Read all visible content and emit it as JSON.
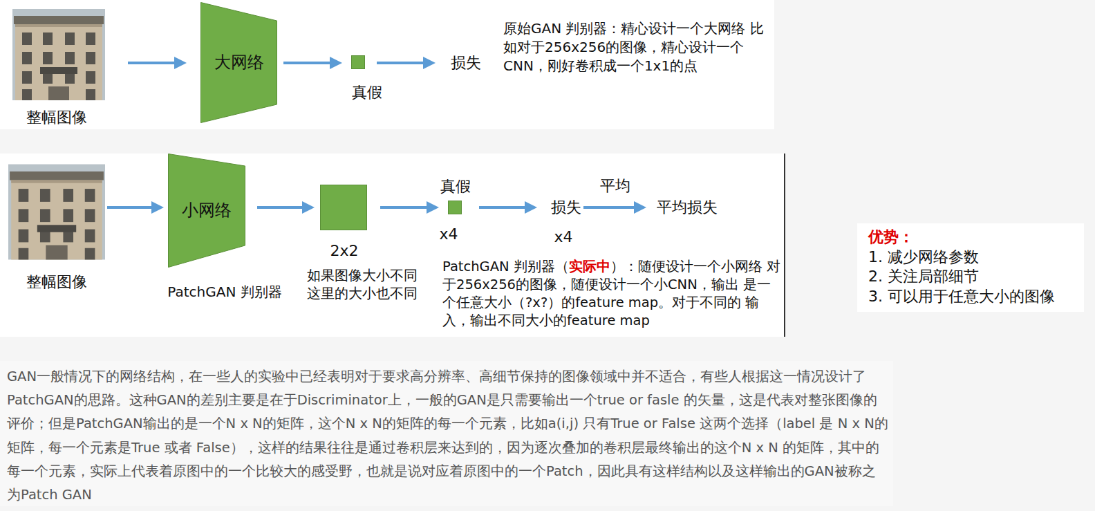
{
  "diagram": {
    "nodes": [
      {
        "text": [
          "整幅图像"
        ]
      },
      {
        "text": [
          "大网络"
        ]
      },
      {
        "text": [
          "真假"
        ]
      },
      {
        "text": [
          "损失"
        ]
      },
      {
        "text": [
          "整幅图像"
        ]
      },
      {
        "text": [
          "小网络",
          "PatchGAN 判别器"
        ]
      },
      {
        "text": [
          "2x2",
          "如果图像大小不同 这里的大小也不同"
        ]
      },
      {
        "text": [
          "真假",
          "x4"
        ]
      },
      {
        "text": [
          "损失",
          "x4"
        ]
      },
      {
        "text": [
          "平均损失"
        ]
      },
      {
        "text": [
          "优势：",
          "1. 减少网络参数",
          "2. 关注局部细节",
          "3. 可以用于任意大小的图像"
        ]
      }
    ],
    "edges": [
      {
        "from": 0,
        "to": 1,
        "arrow": "to"
      },
      {
        "from": 1,
        "to": 2,
        "arrow": "to"
      },
      {
        "from": 2,
        "to": 3,
        "arrow": "to"
      },
      {
        "from": 4,
        "to": 5,
        "arrow": "to"
      },
      {
        "from": 5,
        "to": 6,
        "arrow": "to"
      },
      {
        "from": 6,
        "to": 7,
        "arrow": "to"
      },
      {
        "from": 7,
        "to": 8,
        "arrow": "to"
      },
      {
        "from": 8,
        "to": 9,
        "label": "平均",
        "arrow": "to"
      }
    ],
    "labels": [
      "原始GAN 判别器：精心设计一个大网络 比如对于256x256的图像，精心设计一个 CNN，刚好卷积成一个1x1的点",
      "PatchGAN 判别器（",
      "实际中",
      "）：随便设计一个小网络 对于256x256的图像，随便设计一个小CNN，输出 是一个任意大小（?x?）的feature map。对于不同的 输入，输出不同大小的feature map",
      "GAN一般情况下的网络结构，在一些人的实验中已经表明对于要求高分辨率、高细节保持的图像领域中并不适合，有些人根据这一情况设计了PatchGAN的思路。这种GAN的差别主要是在于Discriminator上，一般的GAN是只需要输出一个true or fasle 的矢量，这是代表对整张图像的评价；但是PatchGAN输出的是一个N x N的矩阵，这个N x N的矩阵的每一个元素，比如a(i,j) 只有True or False 这两个选择（label 是 N x N的矩阵，每一个元素是True 或者 False），这样的结果往往是通过卷积层来达到的，因为逐次叠加的卷积层最终输出的这个N x N 的矩阵，其中的每一个元素，实际上代表着原图中的一个比较大的感受野，也就是说对应着原图中的一个Patch，因此具有这样结构以及这样输出的GAN被称之为Patch GAN"
    ]
  }
}
